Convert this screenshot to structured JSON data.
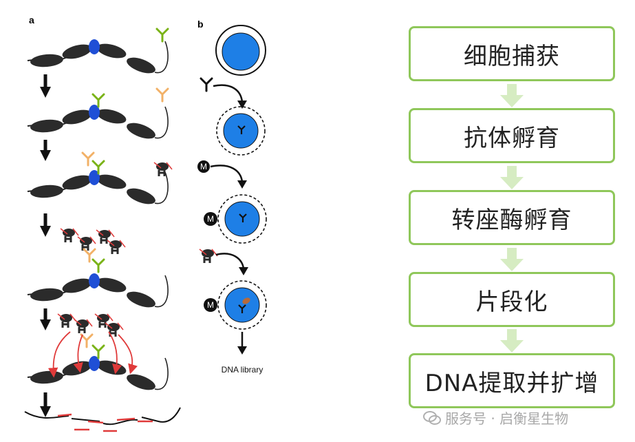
{
  "panel_a_label": "a",
  "panel_b_label": "b",
  "dna_library_label": "DNA library",
  "m_label": "M",
  "flow_steps": [
    "细胞捕获",
    "抗体孵育",
    "转座酶孵育",
    "片段化",
    "DNA提取并扩增"
  ],
  "watermark": "服务号 · 启衡星生物",
  "colors": {
    "box_border": "#8fc75a",
    "flow_arrow": "#d6ecc2",
    "nucleosome": "#2b2b2b",
    "target_protein": "#1f4fd6",
    "primary_antibody": "#7ab317",
    "secondary_antibody": "#f2b167",
    "cut_arrow": "#e03a3a",
    "cell_fill": "#1e7fe6"
  }
}
